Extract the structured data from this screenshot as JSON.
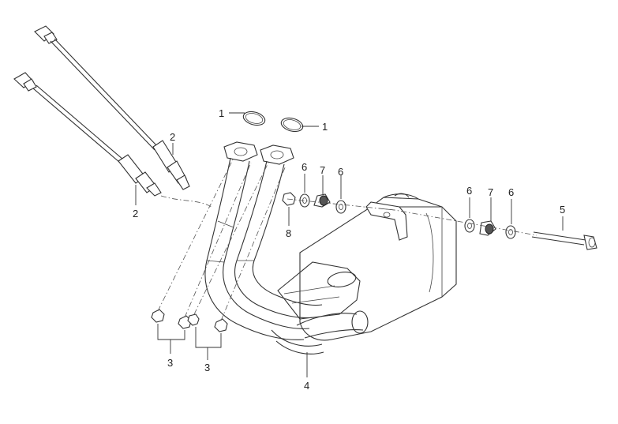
{
  "callouts": {
    "c1a": "1",
    "c1b": "1",
    "c2a": "2",
    "c2b": "2",
    "c3a": "3",
    "c3b": "3",
    "c4": "4",
    "c5": "5",
    "c6a": "6",
    "c6b": "6",
    "c6c": "6",
    "c6d": "6",
    "c7a": "7",
    "c7b": "7",
    "c8": "8"
  },
  "colors": {
    "line": "#333333",
    "background": "#ffffff"
  }
}
